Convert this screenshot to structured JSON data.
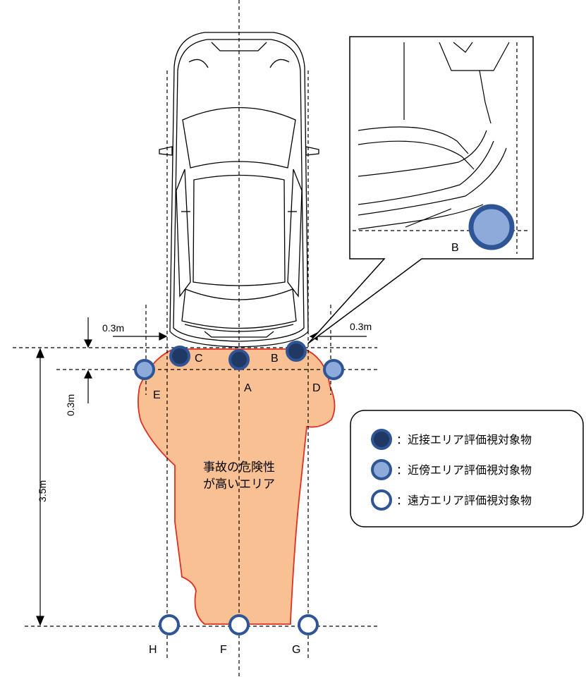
{
  "dimensions": {
    "side_offset": "0.3m",
    "front_offset": "0.3m",
    "length": "3.5m"
  },
  "zone": {
    "line1": "事故の危険性",
    "line2": "が高いエリア"
  },
  "points": {
    "A": "A",
    "B": "B",
    "C": "C",
    "D": "D",
    "E": "E",
    "F": "F",
    "G": "G",
    "H": "H"
  },
  "inset": {
    "label": "B"
  },
  "legend": {
    "near_contact": "：近接エリア評価視対象物",
    "nearby": "：近傍エリア評価視対象物",
    "far": "：遠方エリア評価視対象物"
  },
  "colors": {
    "dark": "#203864",
    "medium": "#8eaadb",
    "outline": "#2f5597",
    "zone_fill": "#f8c093",
    "zone_edge": "#e03020"
  }
}
